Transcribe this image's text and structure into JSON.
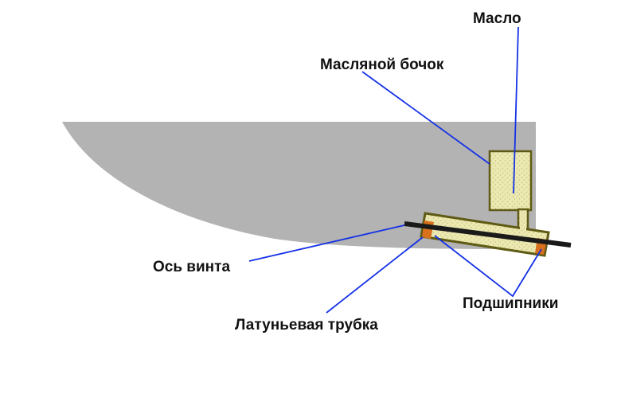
{
  "labels": {
    "oil": "Масло",
    "oil_tank": "Масляной бочок",
    "propeller_shaft": "Ось винта",
    "brass_tube": "Латуньевая трубка",
    "bearings": "Подшипники"
  },
  "colors": {
    "hull": "#b3b3b3",
    "oil_fill": "#ece9b1",
    "oil_texture": "#c9c28a",
    "tube_outline": "#5f5a14",
    "bearing": "#d8701c",
    "shaft": "#1a1a1a",
    "leader": "#1431e6"
  }
}
